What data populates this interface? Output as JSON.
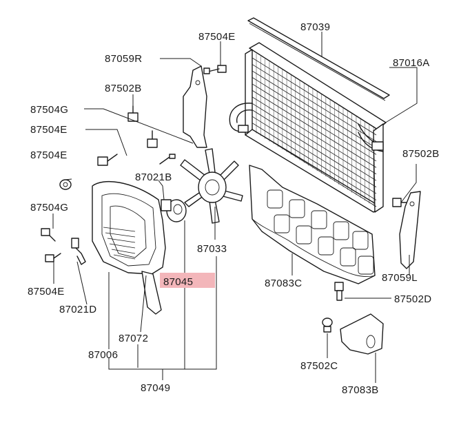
{
  "labels": {
    "p87039": "87039",
    "p87504E_top": "87504E",
    "p87016A": "87016A",
    "p87059R": "87059R",
    "p87502B_left": "87502B",
    "p87504G_top": "87504G",
    "p87504E_mid": "87504E",
    "p87504E_left": "87504E",
    "p87502B_right": "87502B",
    "p87021B": "87021B",
    "p87504G_left": "87504G",
    "p87033": "87033",
    "p87045": "87045",
    "p87083C": "87083C",
    "p87059L": "87059L",
    "p87504E_bottom": "87504E",
    "p87021D": "87021D",
    "p87502D": "87502D",
    "p87072": "87072",
    "p87006": "87006",
    "p87502C": "87502C",
    "p87049": "87049",
    "p87083B": "87083B"
  },
  "highlight_color": "#f3b6ba",
  "highlighted_part": "87045"
}
